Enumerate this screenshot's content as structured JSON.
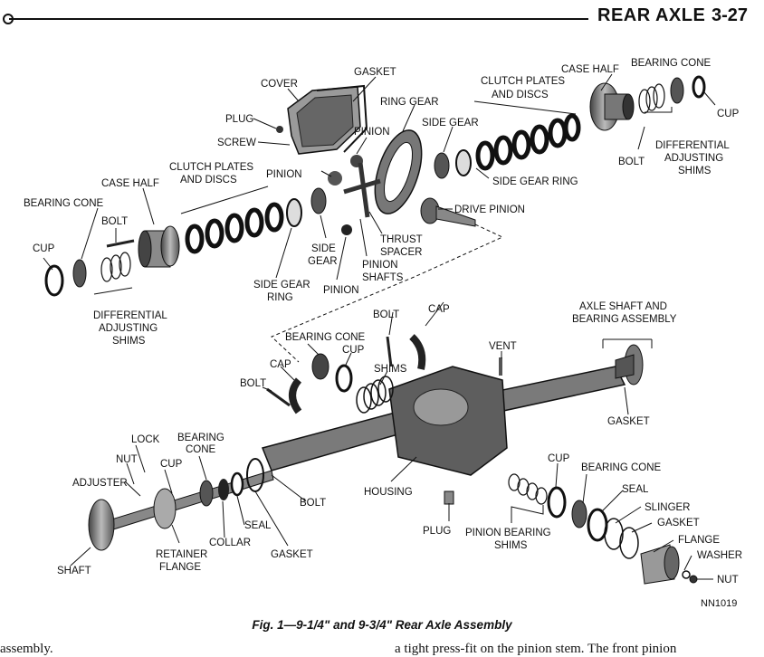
{
  "header": {
    "section_title": "REAR AXLE",
    "page_number": "3-27"
  },
  "figure": {
    "caption": "Fig. 1—9-1/4\" and 9-3/4\" Rear Axle Assembly",
    "figure_id": "NN1019",
    "labels": {
      "cover": "COVER",
      "gasket_top": "GASKET",
      "plug_top": "PLUG",
      "screw": "SCREW",
      "pinion_a": "PINION",
      "ring_gear": "RING GEAR",
      "side_gear_top": "SIDE GEAR",
      "clutch_top_1": "CLUTCH PLATES",
      "clutch_top_2": "AND DISCS",
      "case_half_top": "CASE HALF",
      "bearing_cone_top": "BEARING CONE",
      "cup_top_right": "CUP",
      "diff_shims_r_1": "DIFFERENTIAL",
      "diff_shims_r_2": "ADJUSTING",
      "diff_shims_r_3": "SHIMS",
      "bolt_top_right": "BOLT",
      "side_gear_ring_top": "SIDE GEAR RING",
      "drive_pinion": "DRIVE PINION",
      "pinion_b": "PINION",
      "clutch_left_1": "CLUTCH PLATES",
      "clutch_left_2": "AND DISCS",
      "case_half_left": "CASE HALF",
      "bearing_cone_left": "BEARING CONE",
      "bolt_left": "BOLT",
      "cup_left": "CUP",
      "diff_shims_l_1": "DIFFERENTIAL",
      "diff_shims_l_2": "ADJUSTING",
      "diff_shims_l_3": "SHIMS",
      "thrust_spacer_1": "THRUST",
      "thrust_spacer_2": "SPACER",
      "side_gear_mid_1": "SIDE",
      "side_gear_mid_2": "GEAR",
      "pinion_shafts_1": "PINION",
      "pinion_shafts_2": "SHAFTS",
      "side_gear_ring_l_1": "SIDE GEAR",
      "side_gear_ring_l_2": "RING",
      "pinion_c": "PINION",
      "bolt_mid": "BOLT",
      "cap_top": "CAP",
      "bearing_cone_mid": "BEARING CONE",
      "cup_mid": "CUP",
      "shims_mid": "SHIMS",
      "cap_left": "CAP",
      "bolt_lower": "BOLT",
      "vent": "VENT",
      "axle_shaft_1": "AXLE SHAFT AND",
      "axle_shaft_2": "BEARING ASSEMBLY",
      "gasket_right": "GASKET",
      "lock": "LOCK",
      "bearing_cone_low_1": "BEARING",
      "bearing_cone_low_2": "CONE",
      "nut_left": "NUT",
      "cup_low": "CUP",
      "adjuster": "ADJUSTER",
      "bolt_low": "BOLT",
      "housing": "HOUSING",
      "seal_low": "SEAL",
      "collar": "COLLAR",
      "retainer_1": "RETAINER",
      "retainer_2": "FLANGE",
      "shaft": "SHAFT",
      "gasket_low": "GASKET",
      "plug_low": "PLUG",
      "pinion_shims_1": "PINION BEARING",
      "pinion_shims_2": "SHIMS",
      "cup_right_low": "CUP",
      "bearing_cone_right_low": "BEARING CONE",
      "seal_right": "SEAL",
      "slinger": "SLINGER",
      "gasket_right_low": "GASKET",
      "flange": "FLANGE",
      "washer": "WASHER",
      "nut_right": "NUT"
    }
  },
  "body_text": {
    "left": "assembly.",
    "right": "a tight press-fit on the pinion stem. The front pinion"
  }
}
